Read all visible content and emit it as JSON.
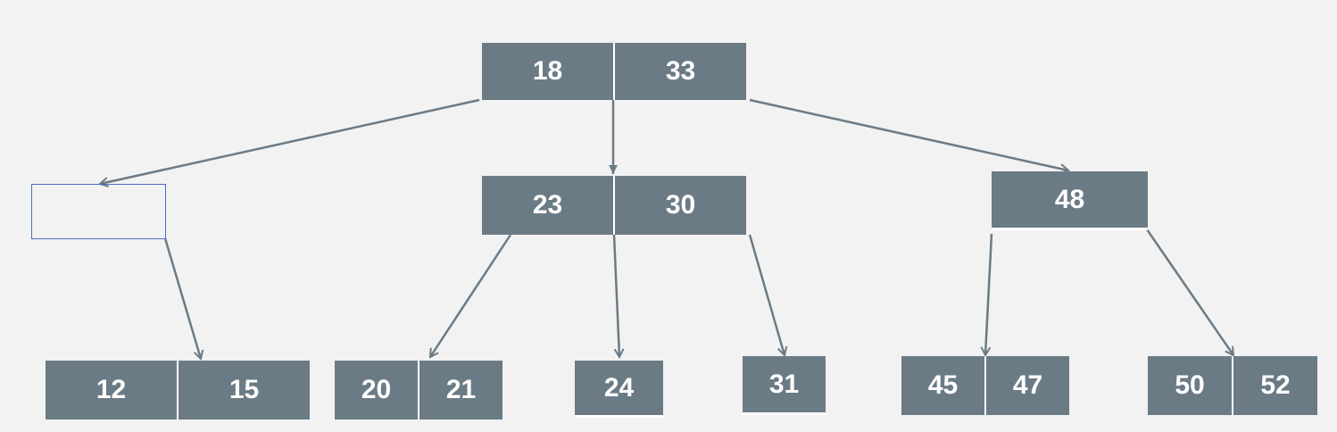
{
  "tree": {
    "root": {
      "keys": [
        "18",
        "33"
      ]
    },
    "level1": [
      {
        "keys": []
      },
      {
        "keys": [
          "23",
          "30"
        ]
      },
      {
        "keys": [
          "48"
        ]
      }
    ],
    "leaves": [
      {
        "keys": [
          "12",
          "15"
        ]
      },
      {
        "keys": [
          "20",
          "21"
        ]
      },
      {
        "keys": [
          "24"
        ]
      },
      {
        "keys": [
          "31"
        ]
      },
      {
        "keys": [
          "45",
          "47"
        ]
      },
      {
        "keys": [
          "50",
          "52"
        ]
      }
    ]
  },
  "colors": {
    "node_fill": "#6b7b86",
    "key_text": "#ffffff",
    "edge": "#6b7b86",
    "empty_node_border": "#4a6fc2",
    "background": "#f2f2f2"
  }
}
